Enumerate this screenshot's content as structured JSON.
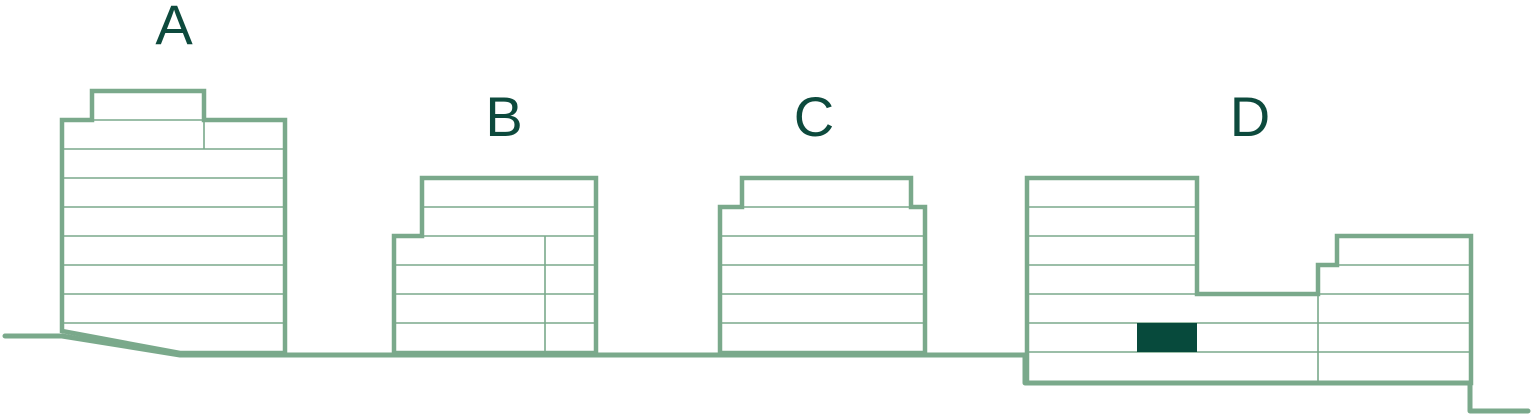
{
  "colors": {
    "line": "#7aa98b",
    "label": "#0d4a3d",
    "highlight": "#074a3c"
  },
  "buildings": [
    {
      "id": "A",
      "label": "A"
    },
    {
      "id": "B",
      "label": "B"
    },
    {
      "id": "C",
      "label": "C"
    },
    {
      "id": "D",
      "label": "D",
      "highlighted_unit": true
    }
  ]
}
